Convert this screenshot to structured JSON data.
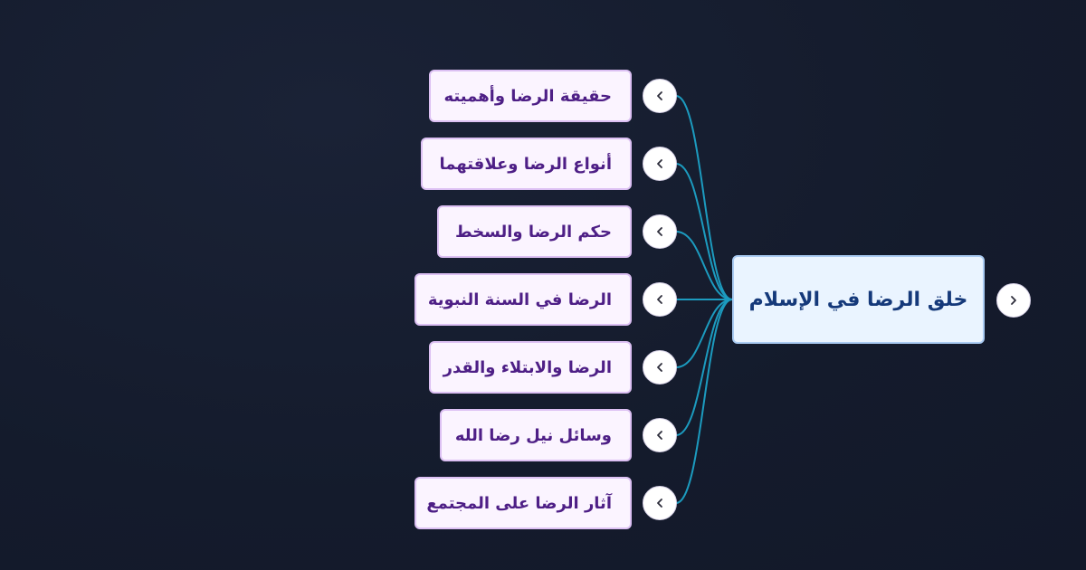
{
  "root": {
    "label": "خلق الرضا في الإسلام"
  },
  "children": [
    {
      "label": "حقيقة الرضا وأهميته"
    },
    {
      "label": "أنواع الرضا وعلاقتهما"
    },
    {
      "label": "حكم الرضا والسخط"
    },
    {
      "label": "الرضا في السنة النبوية"
    },
    {
      "label": "الرضا والابتلاء والقدر"
    },
    {
      "label": "وسائل نيل رضا الله"
    },
    {
      "label": "آثار الرضا على المجتمع"
    }
  ],
  "colors": {
    "background": "#141b2c",
    "connector": "#1c9bbf",
    "root_fill": "#eaf4ff",
    "root_border": "#aacbf2",
    "root_text": "#15397a",
    "child_fill": "#fbf4ff",
    "child_border": "#dcc0f3",
    "child_text": "#4e1f86",
    "toggle_fill": "#ffffff"
  },
  "icons": {
    "root_toggle": "chevron-right-icon",
    "child_toggle": "chevron-left-icon"
  }
}
